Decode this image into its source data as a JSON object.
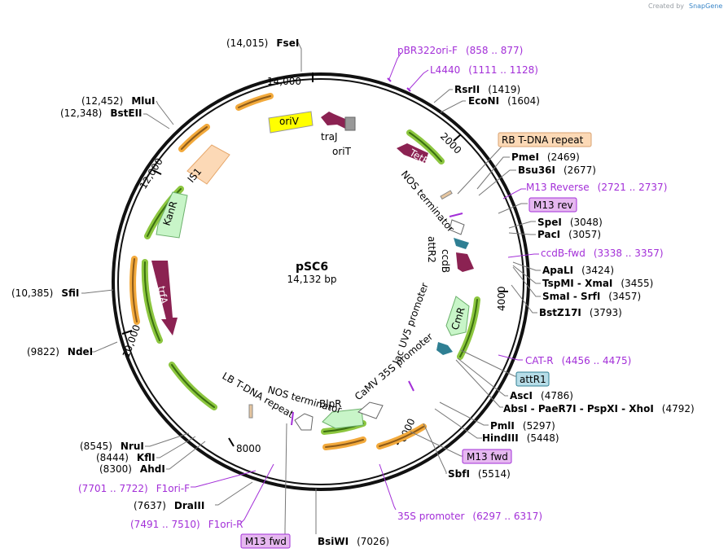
{
  "plasmid": {
    "name": "pSC6",
    "length": "14,132 bp"
  },
  "credit": {
    "created_by": "Created by",
    "brand": "SnapGene"
  },
  "ruler": [
    "14,000",
    "2000",
    "4000",
    "6000",
    "8000",
    "10,000",
    "12,000"
  ],
  "sites_right": [
    {
      "name": "RsrII",
      "pos": "(1419)"
    },
    {
      "name": "EcoNI",
      "pos": "(1604)"
    },
    {
      "name": "PmeI",
      "pos": "(2469)"
    },
    {
      "name": "Bsu36I",
      "pos": "(2677)"
    },
    {
      "name": "SpeI",
      "pos": "(3048)"
    },
    {
      "name": "PacI",
      "pos": "(3057)"
    },
    {
      "name": "ApaLI",
      "pos": "(3424)"
    },
    {
      "name": "TspMI - XmaI",
      "pos": "(3455)"
    },
    {
      "name": "SmaI - SrfI",
      "pos": "(3457)"
    },
    {
      "name": "BstZ17I",
      "pos": "(3793)"
    },
    {
      "name": "AscI",
      "pos": "(4786)"
    },
    {
      "name": "AbsI - PaeR7I - PspXI - XhoI",
      "pos": "(4792)"
    },
    {
      "name": "PmlI",
      "pos": "(5297)"
    },
    {
      "name": "HindIII",
      "pos": "(5448)"
    },
    {
      "name": "SbfI",
      "pos": "(5514)"
    }
  ],
  "sites_left": [
    {
      "name": "FseI",
      "pos": "(14,015)"
    },
    {
      "name": "MluI",
      "pos": "(12,452)"
    },
    {
      "name": "BstEII",
      "pos": "(12,348)"
    },
    {
      "name": "SfiI",
      "pos": "(10,385)"
    },
    {
      "name": "NdeI",
      "pos": "(9822)"
    },
    {
      "name": "NruI",
      "pos": "(8545)"
    },
    {
      "name": "KflI",
      "pos": "(8444)"
    },
    {
      "name": "AhdI",
      "pos": "(8300)"
    },
    {
      "name": "DraIII",
      "pos": "(7637)"
    },
    {
      "name": "BsiWI",
      "pos": "(7026)"
    }
  ],
  "primers": [
    {
      "name": "pBR322ori-F",
      "range": "(858 .. 877)"
    },
    {
      "name": "L4440",
      "range": "(1111 .. 1128)"
    },
    {
      "name": "M13 Reverse",
      "range": "(2721 .. 2737)"
    },
    {
      "name": "ccdB-fwd",
      "range": "(3338 .. 3357)"
    },
    {
      "name": "CAT-R",
      "range": "(4456 .. 4475)"
    },
    {
      "name": "35S promoter",
      "range": "(6297 .. 6317)"
    },
    {
      "name": "F1ori-F",
      "range": "(7701 .. 7722)"
    },
    {
      "name": "F1ori-R",
      "range": "(7491 .. 7510)"
    }
  ],
  "boxes": {
    "rb_repeat": "RB T-DNA repeat",
    "m13_rev": "M13 rev",
    "attR1": "attR1",
    "m13_fwd_right": "M13 fwd",
    "m13_fwd_bottom": "M13 fwd"
  },
  "features": {
    "oriV": "oriV",
    "traJ": "traJ",
    "oriT": "oriT",
    "TetR": "TetR",
    "nos_term_1": "NOS terminator",
    "ccdB": "ccdB",
    "attR2": "attR2",
    "IS1": "IS1",
    "KanR": "KanR",
    "trfA": "trfA",
    "CmR": "CmR",
    "lacUV5": "lac UV5 promoter",
    "camv35s": "CaMV 35S promoter",
    "nos_term_2": "NOS terminator",
    "lb_repeat": "LB T-DNA repeat",
    "BlpR": "BlpR"
  },
  "colors": {
    "primer": "#a32fd8",
    "orange_feature": "#f2a93b",
    "green_feature": "#8cc63f",
    "maroon": "#8b2252",
    "teal": "#2f7f93",
    "yellow": "#ffff00",
    "peach": "#fcd9b6",
    "lightgreen": "#c8f5c8",
    "lavender": "#e6b8f0"
  }
}
